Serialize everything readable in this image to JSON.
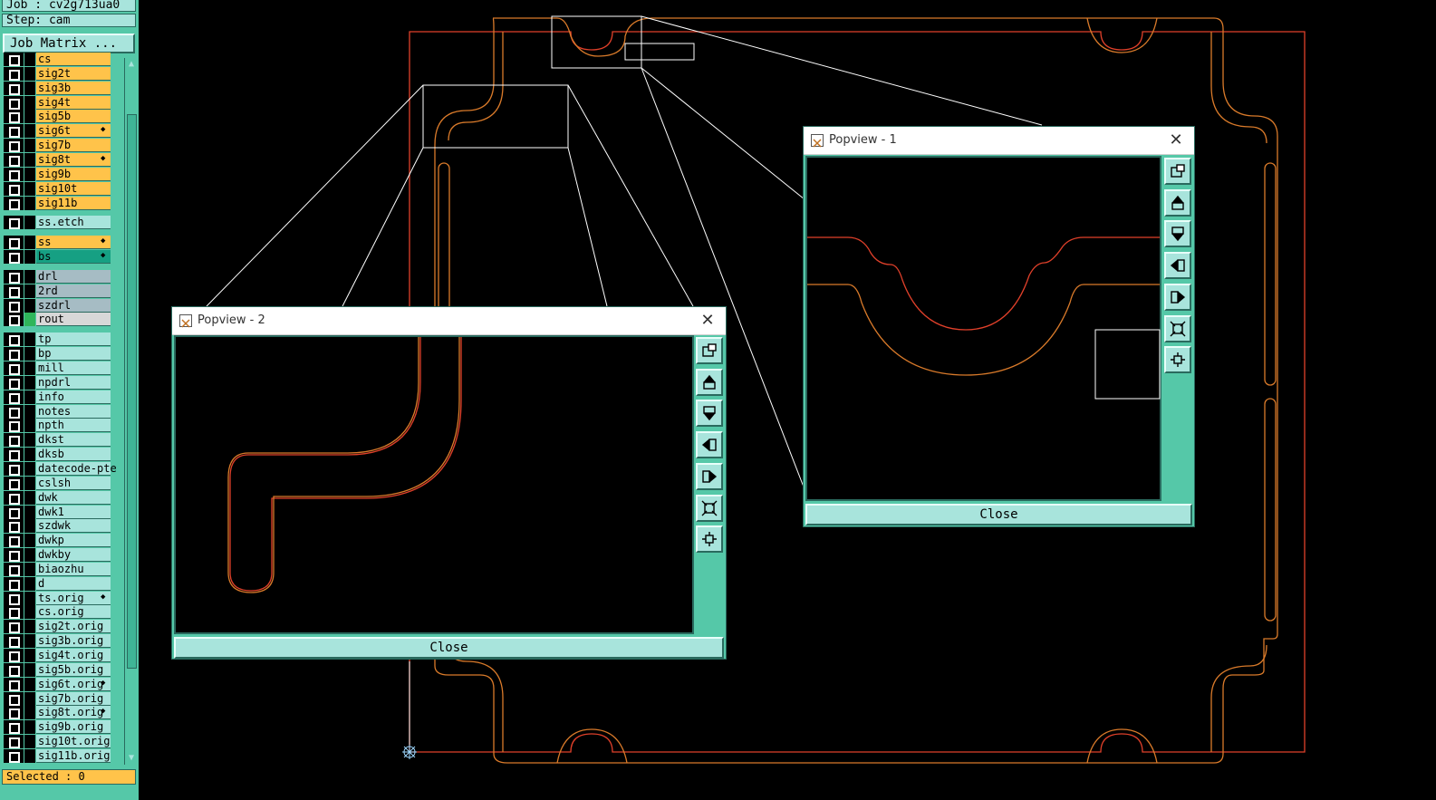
{
  "left_panel": {
    "job_label": "Job : cv2g713ua0",
    "step_label": "Step: cam",
    "job_matrix_button": "Job Matrix ...",
    "selected_label": "Selected : 0",
    "layers": [
      {
        "name": "cs",
        "color": "orange",
        "flag": ""
      },
      {
        "name": "sig2t",
        "color": "orange",
        "flag": ""
      },
      {
        "name": "sig3b",
        "color": "orange",
        "flag": ""
      },
      {
        "name": "sig4t",
        "color": "orange",
        "flag": ""
      },
      {
        "name": "sig5b",
        "color": "orange",
        "flag": ""
      },
      {
        "name": "sig6t",
        "color": "orange",
        "flag": "◆"
      },
      {
        "name": "sig7b",
        "color": "orange",
        "flag": ""
      },
      {
        "name": "sig8t",
        "color": "orange",
        "flag": "◆"
      },
      {
        "name": "sig9b",
        "color": "orange",
        "flag": ""
      },
      {
        "name": "sig10t",
        "color": "orange",
        "flag": ""
      },
      {
        "name": "sig11b",
        "color": "orange",
        "flag": ""
      },
      {
        "name": "ss.etch",
        "color": "teal",
        "flag": ""
      },
      {
        "name": "ss",
        "color": "orange",
        "flag": "◆"
      },
      {
        "name": "bs",
        "color": "green",
        "flag": "◆"
      },
      {
        "name": "drl",
        "color": "gray",
        "flag": ""
      },
      {
        "name": "2rd",
        "color": "gray",
        "flag": ""
      },
      {
        "name": "szdrl",
        "color": "gray",
        "flag": ""
      },
      {
        "name": "rout",
        "color": "lgray",
        "flag": ""
      },
      {
        "name": "tp",
        "color": "teal",
        "flag": ""
      },
      {
        "name": "bp",
        "color": "teal",
        "flag": ""
      },
      {
        "name": "mill",
        "color": "teal",
        "flag": ""
      },
      {
        "name": "npdrl",
        "color": "teal",
        "flag": ""
      },
      {
        "name": "info",
        "color": "teal",
        "flag": ""
      },
      {
        "name": "notes",
        "color": "teal",
        "flag": ""
      },
      {
        "name": "npth",
        "color": "teal",
        "flag": ""
      },
      {
        "name": "dkst",
        "color": "teal",
        "flag": ""
      },
      {
        "name": "dksb",
        "color": "teal",
        "flag": ""
      },
      {
        "name": "datecode-pte",
        "color": "teal",
        "flag": ""
      },
      {
        "name": "cslsh",
        "color": "teal",
        "flag": ""
      },
      {
        "name": "dwk",
        "color": "teal",
        "flag": ""
      },
      {
        "name": "dwk1",
        "color": "teal",
        "flag": ""
      },
      {
        "name": "szdwk",
        "color": "teal",
        "flag": ""
      },
      {
        "name": "dwkp",
        "color": "teal",
        "flag": ""
      },
      {
        "name": "dwkby",
        "color": "teal",
        "flag": ""
      },
      {
        "name": "biaozhu",
        "color": "teal",
        "flag": ""
      },
      {
        "name": "d",
        "color": "teal",
        "flag": ""
      },
      {
        "name": "ts.orig",
        "color": "teal",
        "flag": "◆"
      },
      {
        "name": "cs.orig",
        "color": "teal",
        "flag": ""
      },
      {
        "name": "sig2t.orig",
        "color": "teal",
        "flag": ""
      },
      {
        "name": "sig3b.orig",
        "color": "teal",
        "flag": ""
      },
      {
        "name": "sig4t.orig",
        "color": "teal",
        "flag": ""
      },
      {
        "name": "sig5b.orig",
        "color": "teal",
        "flag": ""
      },
      {
        "name": "sig6t.orig",
        "color": "teal",
        "flag": "◆"
      },
      {
        "name": "sig7b.orig",
        "color": "teal",
        "flag": ""
      },
      {
        "name": "sig8t.orig",
        "color": "teal",
        "flag": "◆"
      },
      {
        "name": "sig9b.orig",
        "color": "teal",
        "flag": ""
      },
      {
        "name": "sig10t.orig",
        "color": "teal",
        "flag": ""
      },
      {
        "name": "sig11b.orig",
        "color": "teal",
        "flag": ""
      }
    ]
  },
  "popview1": {
    "title": "Popview - 1",
    "close_label": "Close",
    "tools": [
      "zoom-window-icon",
      "pan-up-icon",
      "pan-down-icon",
      "pan-left-icon",
      "pan-right-icon",
      "zoom-fit-icon",
      "zoom-home-icon"
    ]
  },
  "popview2": {
    "title": "Popview - 2",
    "close_label": "Close",
    "tools": [
      "zoom-window-icon",
      "pan-up-icon",
      "pan-down-icon",
      "pan-left-icon",
      "pan-right-icon",
      "zoom-fit-icon",
      "zoom-home-icon"
    ]
  },
  "colors": {
    "panel_bg": "#55c8a8",
    "panel_light": "#a8e4dc",
    "layer_orange": "#ffc34a",
    "trace_red": "#e0402a",
    "trace_orange": "#d97a2a",
    "outline_white": "#ffffff",
    "canvas_bg": "#000000"
  }
}
